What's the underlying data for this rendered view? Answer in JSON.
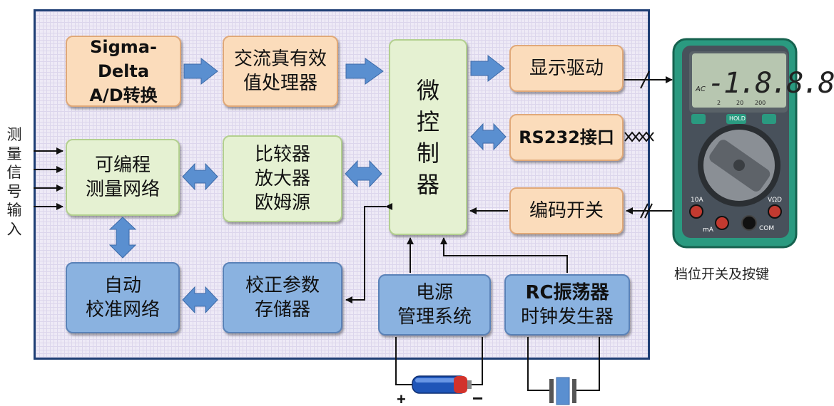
{
  "boxes": {
    "sigma_delta": [
      "Sigma-Delta",
      "A/D转换"
    ],
    "ac_rms": [
      "交流真有效",
      "值处理器"
    ],
    "mcu": [
      "微",
      "控",
      "制",
      "器"
    ],
    "display_driver": [
      "显示驱动"
    ],
    "rs232": [
      "RS232接口"
    ],
    "programmable_network": [
      "可编程",
      "测量网络"
    ],
    "comparator": [
      "比较器",
      "放大器",
      "欧姆源"
    ],
    "encoder_switch": [
      "编码开关"
    ],
    "auto_calibration": [
      "自动",
      "校准网络"
    ],
    "calib_storage": [
      "校正参数",
      "存储器"
    ],
    "power_mgmt": [
      "电源",
      "管理系统"
    ],
    "rc_oscillator": [
      "RC振荡器",
      "时钟发生器"
    ]
  },
  "side_label": [
    "测",
    "量",
    "信",
    "号",
    "输",
    "入"
  ],
  "meter_caption": "档位开关及按键",
  "battery_signs": {
    "plus": "+",
    "minus": "−"
  },
  "meter": {
    "lcd_reading": "-1.8.8.8",
    "lcd_mode": "AC",
    "scale_marks": [
      "2",
      "20",
      "200"
    ],
    "buttons": [
      "HOLD"
    ],
    "jack_labels": [
      "10A",
      "mA",
      "COM",
      "VΩD"
    ]
  },
  "colors": {
    "frame_border": "#1f3f75",
    "frame_fill": "#eeeaf6",
    "orange_box": "#fbdcbb",
    "green_box": "#e5f1d2",
    "blue_box": "#8ab2e0",
    "arrow_blue": "#5a8fd0",
    "meter_body": "#2a9a80"
  }
}
